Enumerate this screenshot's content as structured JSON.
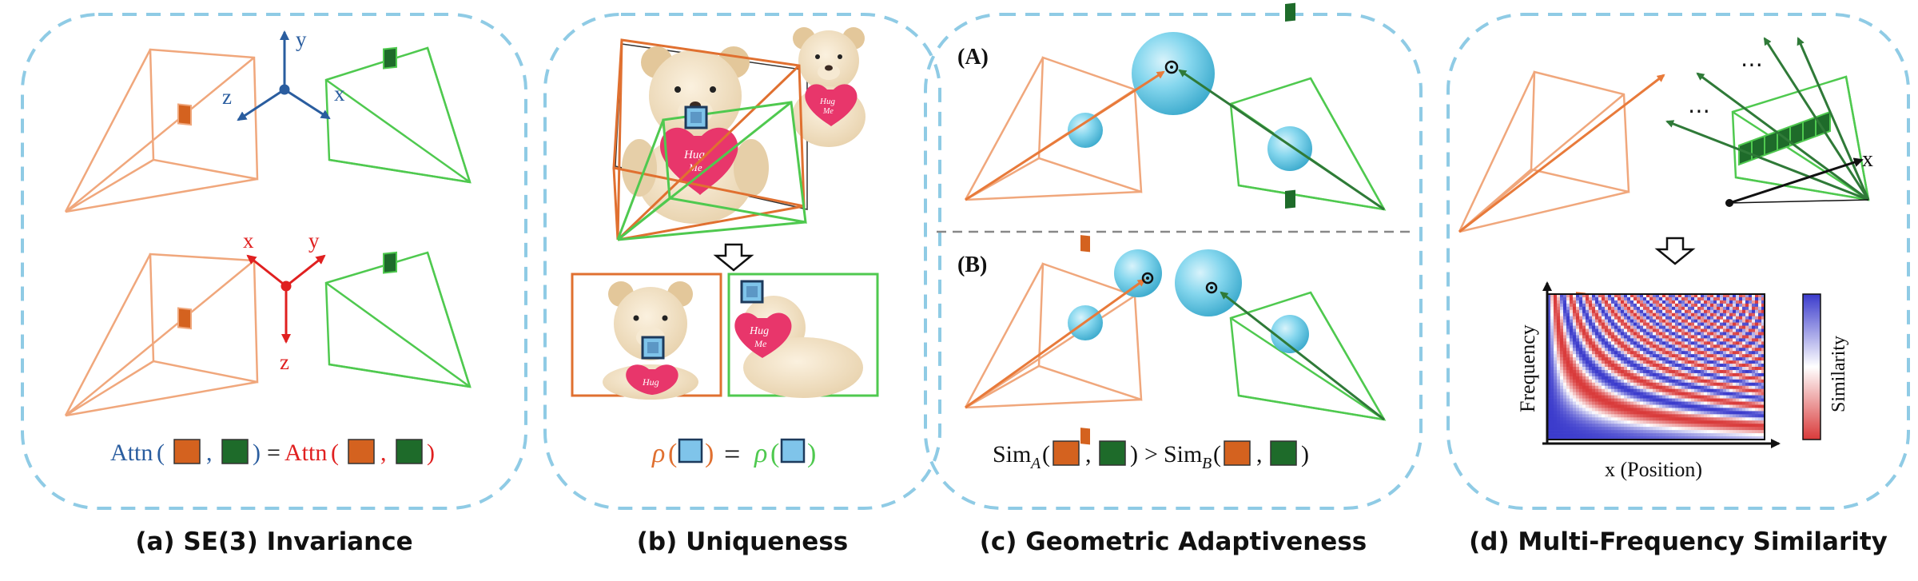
{
  "panels": [
    {
      "caption": "(a) SE(3) Invariance",
      "top_axes": {
        "y": "y",
        "z": "z",
        "x": "x"
      },
      "bottom_axes": {
        "x": "x",
        "y": "y",
        "z": "z"
      },
      "formula": {
        "lhs": "Attn",
        "rhs": "Attn",
        "equals": "=",
        "comma": ",",
        "open": "(",
        "close": ")"
      }
    },
    {
      "caption": "(b) Uniqueness",
      "heart_text_1": "Hug",
      "heart_text_2": "Me",
      "formula": {
        "rho": "ρ",
        "equals": "=",
        "open": "(",
        "close": ")"
      }
    },
    {
      "caption": "(c) Geometric Adaptiveness",
      "label_a": "(A)",
      "label_b": "(B)",
      "formula": {
        "sim": "Sim",
        "sub_a": "A",
        "sub_b": "B",
        "gt": ">",
        "comma": ",",
        "open": "(",
        "close": ")"
      }
    },
    {
      "caption": "(d) Multi-Frequency Similarity",
      "ellipsis": "⋯",
      "x_axis_label": "x",
      "heatmap": {
        "xlabel": "x (Position)",
        "ylabel": "Frequency",
        "colorbar_label": "Similarity"
      }
    }
  ],
  "colors": {
    "orange": "#f0a77c",
    "orange_dark": "#d4621f",
    "green": "#4fc94f",
    "green_dark": "#1e6b2a",
    "blue_text": "#2a5d9f",
    "red_text": "#e02020",
    "panel_border": "#8fcbe5",
    "sphere": "#73cfe6",
    "patch_blue": "#7fc4ea"
  }
}
